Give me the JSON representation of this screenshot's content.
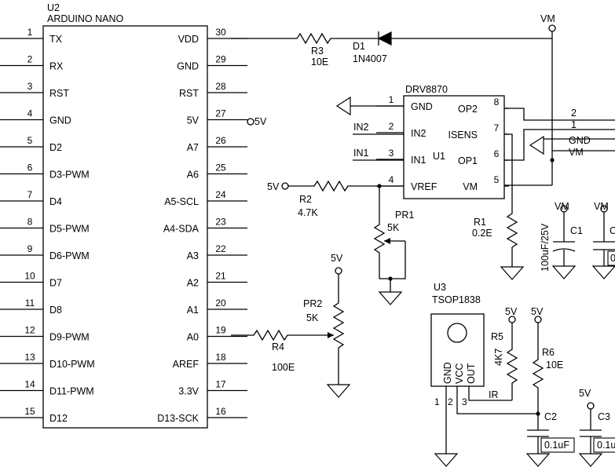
{
  "nano": {
    "ref": "U2",
    "name": "ARDUINO NANO",
    "left_pins": [
      {
        "num": "1",
        "label": "TX"
      },
      {
        "num": "2",
        "label": "RX"
      },
      {
        "num": "3",
        "label": "RST"
      },
      {
        "num": "4",
        "label": "GND"
      },
      {
        "num": "5",
        "label": "D2"
      },
      {
        "num": "6",
        "label": "D3-PWM"
      },
      {
        "num": "7",
        "label": "D4"
      },
      {
        "num": "8",
        "label": "D5-PWM"
      },
      {
        "num": "9",
        "label": "D6-PWM"
      },
      {
        "num": "10",
        "label": "D7"
      },
      {
        "num": "11",
        "label": "D8"
      },
      {
        "num": "12",
        "label": "D9-PWM"
      },
      {
        "num": "13",
        "label": "D10-PWM"
      },
      {
        "num": "14",
        "label": "D11-PWM"
      },
      {
        "num": "15",
        "label": "D12"
      }
    ],
    "right_pins": [
      {
        "num": "30",
        "label": "VDD"
      },
      {
        "num": "29",
        "label": "GND"
      },
      {
        "num": "28",
        "label": "RST"
      },
      {
        "num": "27",
        "label": "5V"
      },
      {
        "num": "26",
        "label": "A7"
      },
      {
        "num": "25",
        "label": "A6"
      },
      {
        "num": "24",
        "label": "A5-SCL"
      },
      {
        "num": "23",
        "label": "A4-SDA"
      },
      {
        "num": "22",
        "label": "A3"
      },
      {
        "num": "21",
        "label": "A2"
      },
      {
        "num": "20",
        "label": "A1"
      },
      {
        "num": "19",
        "label": "A0"
      },
      {
        "num": "18",
        "label": "AREF"
      },
      {
        "num": "17",
        "label": "3.3V"
      },
      {
        "num": "16",
        "label": "D13-SCK"
      }
    ]
  },
  "drv": {
    "name": "DRV8870",
    "ref": "U1",
    "left_pins": [
      {
        "num": "1",
        "label": "GND"
      },
      {
        "num": "2",
        "label": "IN2"
      },
      {
        "num": "3",
        "label": "IN1"
      },
      {
        "num": "4",
        "label": "VREF"
      }
    ],
    "right_pins": [
      {
        "num": "8",
        "label": "OP2"
      },
      {
        "num": "7",
        "label": "ISENS"
      },
      {
        "num": "6",
        "label": "OP1"
      },
      {
        "num": "5",
        "label": "VM"
      }
    ],
    "net_in2": "IN2",
    "net_in1": "IN1"
  },
  "tsop": {
    "ref": "U3",
    "name": "TSOP1838",
    "pin_labels": [
      "GND",
      "VCC",
      "OUT"
    ],
    "pin_nums": [
      "1",
      "2",
      "3"
    ],
    "ir_net": "IR"
  },
  "components": {
    "r3": {
      "ref": "R3",
      "value": "10E"
    },
    "d1": {
      "ref": "D1",
      "value": "1N4007"
    },
    "r2": {
      "ref": "R2",
      "value": "4.7K"
    },
    "pr1": {
      "ref": "PR1",
      "value": "5K"
    },
    "r1": {
      "ref": "R1",
      "value": "0.2E"
    },
    "pr2": {
      "ref": "PR2",
      "value": "5K"
    },
    "r4": {
      "ref": "R4",
      "value": "100E"
    },
    "r5": {
      "ref": "R5",
      "value": "4K7"
    },
    "r6": {
      "ref": "R6",
      "value": "10E"
    },
    "c1": {
      "ref": "C1",
      "value": "100uF/25V"
    },
    "c2": {
      "ref": "C2",
      "value": "0.1uF"
    },
    "c3": {
      "ref": "C3",
      "value": "0.1u"
    },
    "c4": {
      "ref": "C",
      "value": "0"
    }
  },
  "connector": {
    "labels": [
      "2",
      "1",
      "GND",
      "VM"
    ]
  },
  "power": {
    "vm": "VM",
    "v5": "5V"
  }
}
